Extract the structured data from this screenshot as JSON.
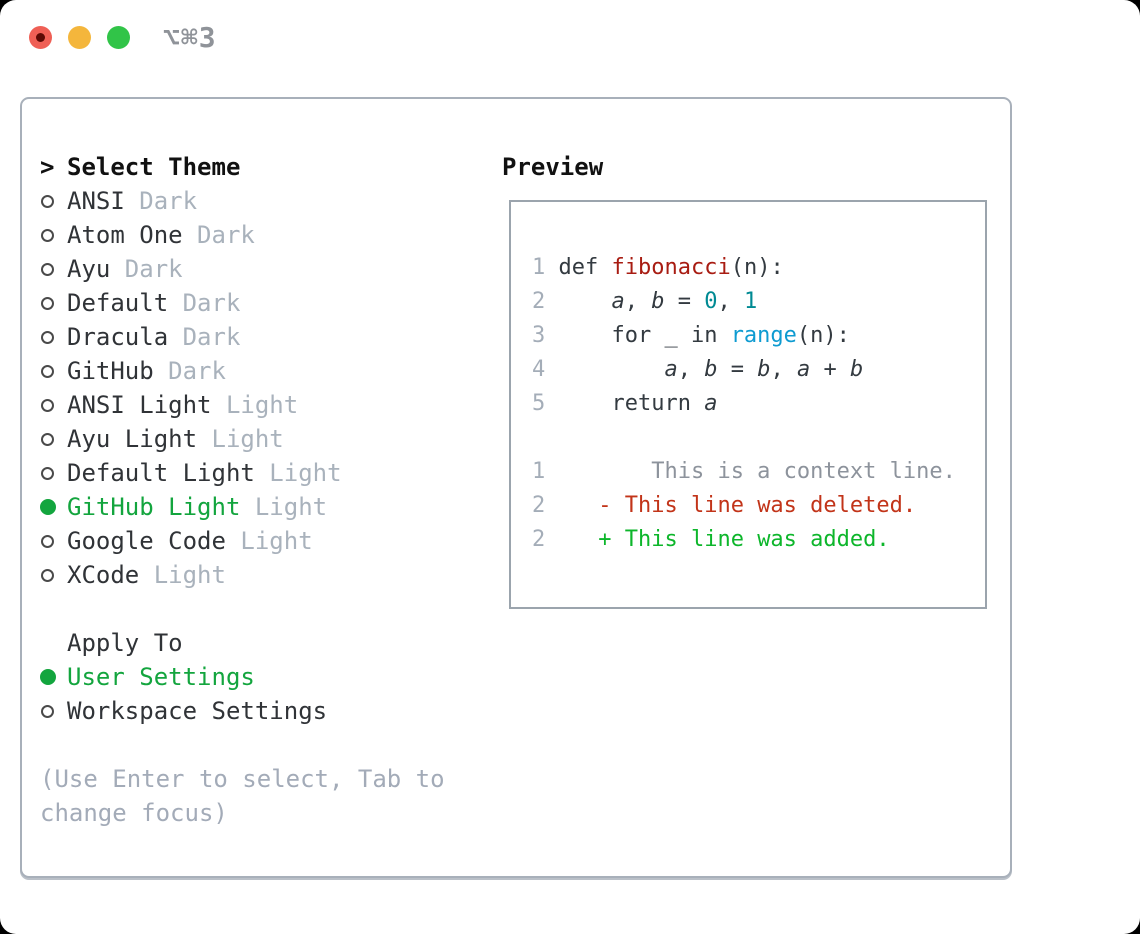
{
  "titlebar": {
    "shortcut_label": "⌥⌘3",
    "buttons": [
      "close",
      "minimize",
      "zoom"
    ]
  },
  "theme_list": {
    "prompt_marker": ">",
    "header": "Select Theme",
    "items": [
      {
        "name": "ANSI",
        "variant": "Dark",
        "selected": false
      },
      {
        "name": "Atom One",
        "variant": "Dark",
        "selected": false
      },
      {
        "name": "Ayu",
        "variant": "Dark",
        "selected": false
      },
      {
        "name": "Default",
        "variant": "Dark",
        "selected": false
      },
      {
        "name": "Dracula",
        "variant": "Dark",
        "selected": false
      },
      {
        "name": "GitHub",
        "variant": "Dark",
        "selected": false
      },
      {
        "name": "ANSI Light",
        "variant": "Light",
        "selected": false
      },
      {
        "name": "Ayu Light",
        "variant": "Light",
        "selected": false
      },
      {
        "name": "Default Light",
        "variant": "Light",
        "selected": false
      },
      {
        "name": "GitHub Light",
        "variant": "Light",
        "selected": true
      },
      {
        "name": "Google Code",
        "variant": "Light",
        "selected": false
      },
      {
        "name": "XCode",
        "variant": "Light",
        "selected": false
      }
    ],
    "apply_to_header": "Apply To",
    "apply_options": [
      {
        "name": "User Settings",
        "selected": true
      },
      {
        "name": "Workspace Settings",
        "selected": false
      }
    ],
    "hint": "(Use Enter to select, Tab to change focus)"
  },
  "preview": {
    "header": "Preview",
    "lines": [
      {
        "num": "1",
        "tokens": [
          {
            "text": "def ",
            "style": "code"
          },
          {
            "text": "fibonacci",
            "style": "function"
          },
          {
            "text": "(n):",
            "style": "code"
          }
        ]
      },
      {
        "num": "2",
        "tokens": [
          {
            "text": "    ",
            "style": "code"
          },
          {
            "text": "a",
            "style": "variable"
          },
          {
            "text": ", ",
            "style": "code"
          },
          {
            "text": "b",
            "style": "variable"
          },
          {
            "text": " = ",
            "style": "code"
          },
          {
            "text": "0",
            "style": "number"
          },
          {
            "text": ", ",
            "style": "code"
          },
          {
            "text": "1",
            "style": "number"
          }
        ]
      },
      {
        "num": "3",
        "tokens": [
          {
            "text": "    for _ in ",
            "style": "code"
          },
          {
            "text": "range",
            "style": "builtin"
          },
          {
            "text": "(n):",
            "style": "code"
          }
        ]
      },
      {
        "num": "4",
        "tokens": [
          {
            "text": "        ",
            "style": "code"
          },
          {
            "text": "a",
            "style": "variable"
          },
          {
            "text": ", ",
            "style": "code"
          },
          {
            "text": "b",
            "style": "variable"
          },
          {
            "text": " = ",
            "style": "code"
          },
          {
            "text": "b",
            "style": "variable"
          },
          {
            "text": ", ",
            "style": "code"
          },
          {
            "text": "a",
            "style": "variable"
          },
          {
            "text": " + ",
            "style": "code"
          },
          {
            "text": "b",
            "style": "variable"
          }
        ]
      },
      {
        "num": "5",
        "tokens": [
          {
            "text": "    return ",
            "style": "code"
          },
          {
            "text": "a",
            "style": "variable"
          }
        ]
      },
      {
        "num": "",
        "tokens": []
      },
      {
        "num": "1",
        "tokens": [
          {
            "text": "       ",
            "style": "code"
          },
          {
            "text": "This is a context line.",
            "style": "context"
          }
        ]
      },
      {
        "num": "2",
        "tokens": [
          {
            "text": "   ",
            "style": "code"
          },
          {
            "text": "- This line was deleted.",
            "style": "deleted"
          }
        ]
      },
      {
        "num": "2",
        "tokens": [
          {
            "text": "   ",
            "style": "code"
          },
          {
            "text": "+ This line was added.",
            "style": "added"
          }
        ]
      }
    ]
  },
  "colors": {
    "selection_green": "#13a53e",
    "function_red": "#a81c12",
    "number_teal": "#008a93",
    "builtin_blue": "#0e9bd1",
    "deleted_red": "#c23419",
    "added_green": "#0db62b",
    "context_gray": "#8d939c",
    "muted_gray": "#a9b2bc",
    "traffic_red": "#ef5f55",
    "traffic_yellow": "#f4b63c",
    "traffic_green": "#31c448"
  }
}
